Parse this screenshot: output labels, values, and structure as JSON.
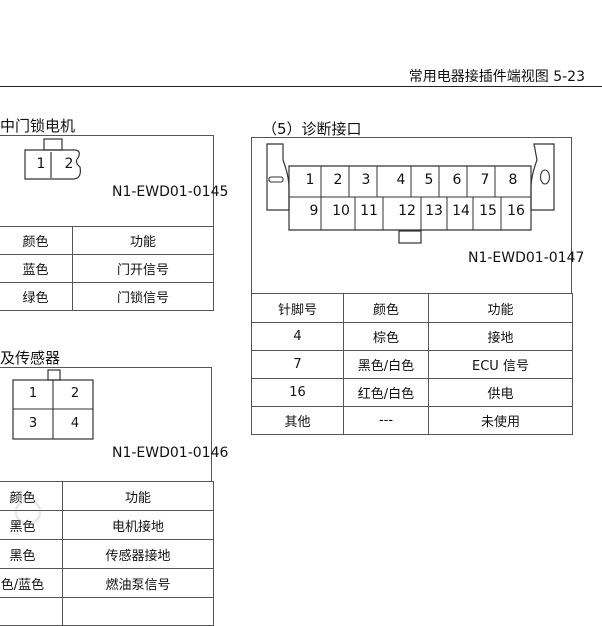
{
  "header": {
    "title": "常用电器接插件端视图 5-23"
  },
  "section_door": {
    "title": "中门锁电机",
    "pins": [
      "1",
      "2"
    ],
    "code": "N1-EWD01-0145",
    "headers": [
      "颜色",
      "功能"
    ],
    "rows": [
      {
        "color": "蓝色",
        "func": "门开信号"
      },
      {
        "color": "绿色",
        "func": "门锁信号"
      }
    ]
  },
  "section_diag": {
    "title": "（5）诊断接口",
    "pins_top": [
      "1",
      "2",
      "3",
      "4",
      "5",
      "6",
      "7",
      "8"
    ],
    "pins_bottom": [
      "9",
      "10",
      "11",
      "12",
      "13",
      "14",
      "15",
      "16"
    ],
    "code": "N1-EWD01-0147",
    "headers": [
      "针脚号",
      "颜色",
      "功能"
    ],
    "rows": [
      {
        "pin": "4",
        "color": "棕色",
        "func": "接地"
      },
      {
        "pin": "7",
        "color": "黑色/白色",
        "func": "ECU 信号"
      },
      {
        "pin": "16",
        "color": "红色/白色",
        "func": "供电"
      },
      {
        "pin": "其他",
        "color": "---",
        "func": "未使用"
      }
    ]
  },
  "section_sensor": {
    "title": "及传感器",
    "pins": [
      "1",
      "2",
      "3",
      "4"
    ],
    "code": "N1-EWD01-0146",
    "headers": [
      "颜色",
      "功能"
    ],
    "rows": [
      {
        "color": "黑色",
        "func": "电机接地"
      },
      {
        "color": "黑色",
        "func": "传感器接地"
      },
      {
        "color": "色/蓝色",
        "func": "燃油泵信号"
      }
    ]
  }
}
